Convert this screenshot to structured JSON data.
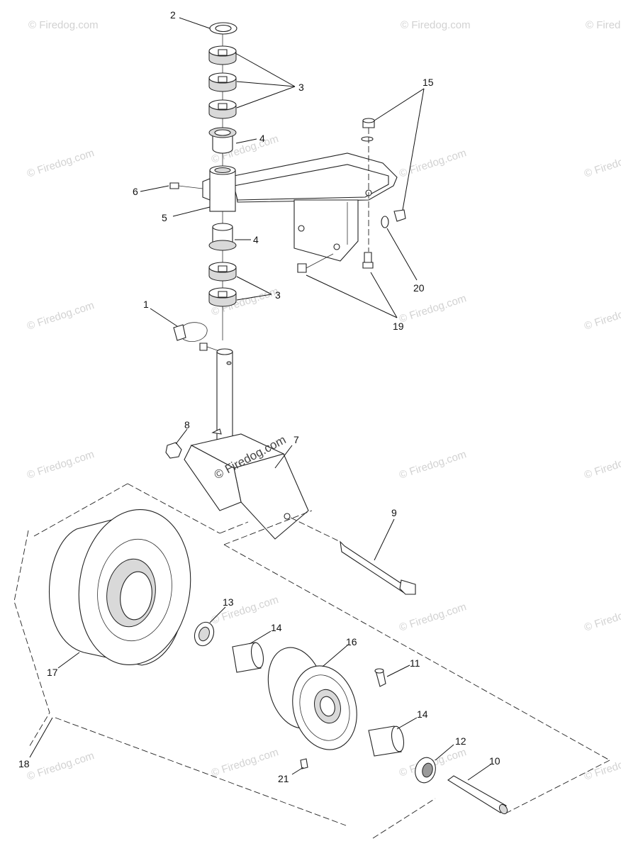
{
  "watermark": {
    "text": "© Firedog.com",
    "center_text": "© Firedog.com"
  },
  "callouts": {
    "c1": "1",
    "c2": "2",
    "c3a": "3",
    "c3b": "3",
    "c4a": "4",
    "c4b": "4",
    "c5": "5",
    "c6": "6",
    "c7": "7",
    "c8": "8",
    "c9": "9",
    "c10": "10",
    "c11": "11",
    "c12": "12",
    "c13": "13",
    "c14a": "14",
    "c14b": "14",
    "c15": "15",
    "c16": "16",
    "c17": "17",
    "c18": "18",
    "c19": "19",
    "c20": "20",
    "c21": "21"
  }
}
